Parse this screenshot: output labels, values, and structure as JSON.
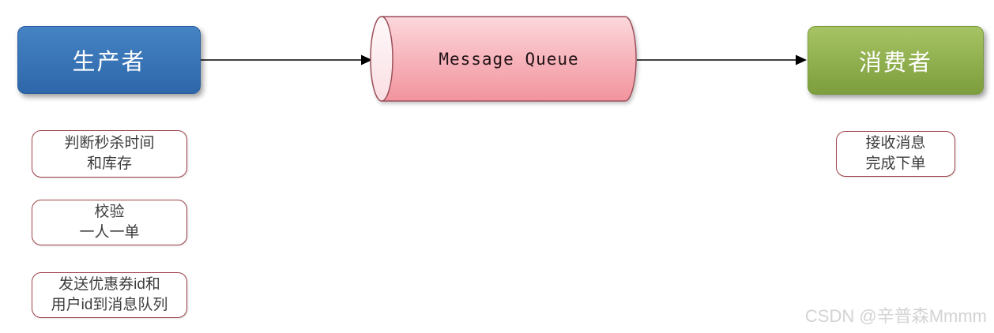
{
  "diagram": {
    "producer": {
      "label": "生产者"
    },
    "queue": {
      "label": "Message Queue"
    },
    "consumer": {
      "label": "消费者"
    },
    "producer_steps": [
      {
        "line1": "判断秒杀时间",
        "line2": "和库存"
      },
      {
        "line1": "校验",
        "line2": "一人一单"
      },
      {
        "line1": "发送优惠券id和",
        "line2": "用户id到消息队列"
      }
    ],
    "consumer_steps": [
      {
        "line1": "接收消息",
        "line2": "完成下单"
      }
    ]
  },
  "watermark": {
    "text": "CSDN @辛普森Mmmm"
  },
  "colors": {
    "producer_gradient_top": "#4583c4",
    "producer_gradient_bottom": "#2e68ab",
    "consumer_gradient_top": "#a7c465",
    "consumer_gradient_bottom": "#7d9e3e",
    "queue_body_top": "#fbd8dc",
    "queue_body_bottom": "#f2949e",
    "queue_cap_fill": "#fdf3f6",
    "queue_border": "#9c515c",
    "note_border": "#9e4149",
    "note_text": "#3d3d3d",
    "arrow": "#000000",
    "watermark_text": "#d3d3d3"
  }
}
